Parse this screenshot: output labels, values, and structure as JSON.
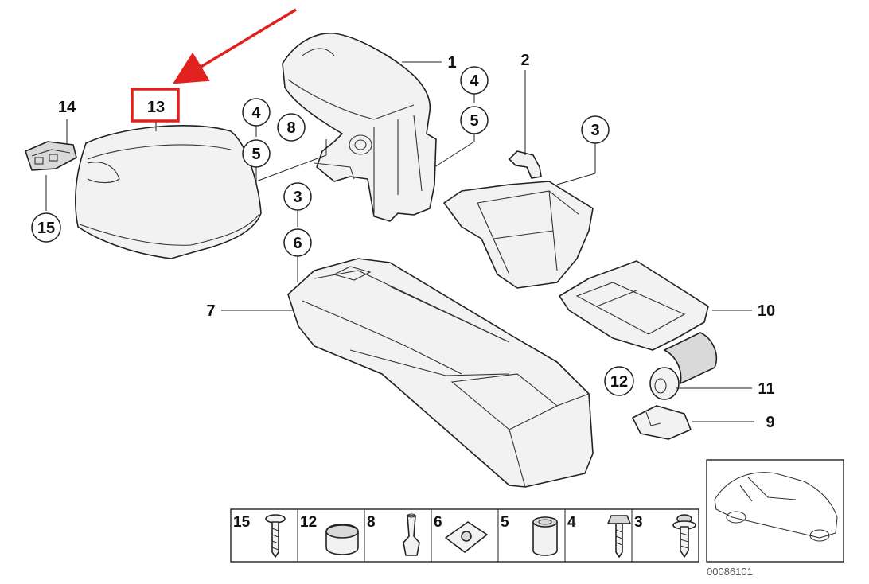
{
  "diagram": {
    "callouts": [
      {
        "id": "c1",
        "label": "1"
      },
      {
        "id": "c2",
        "label": "2"
      },
      {
        "id": "c3a",
        "label": "3"
      },
      {
        "id": "c3b",
        "label": "3"
      },
      {
        "id": "c4a",
        "label": "4"
      },
      {
        "id": "c4b",
        "label": "4"
      },
      {
        "id": "c5a",
        "label": "5"
      },
      {
        "id": "c5b",
        "label": "5"
      },
      {
        "id": "c6",
        "label": "6"
      },
      {
        "id": "c7",
        "label": "7"
      },
      {
        "id": "c8",
        "label": "8"
      },
      {
        "id": "c9",
        "label": "9"
      },
      {
        "id": "c10",
        "label": "10"
      },
      {
        "id": "c11",
        "label": "11"
      },
      {
        "id": "c12",
        "label": "12"
      },
      {
        "id": "c13",
        "label": "13"
      },
      {
        "id": "c14",
        "label": "14"
      },
      {
        "id": "c15",
        "label": "15"
      }
    ],
    "highlight": {
      "label": "13",
      "color": "#e0211d"
    },
    "hardware_strip": [
      "15",
      "12",
      "8",
      "6",
      "5",
      "4",
      "3"
    ],
    "diagram_code": "00086101"
  },
  "colors": {
    "line": "#222222",
    "accent": "#e0211d",
    "part_fill": "#f2f2f2"
  }
}
